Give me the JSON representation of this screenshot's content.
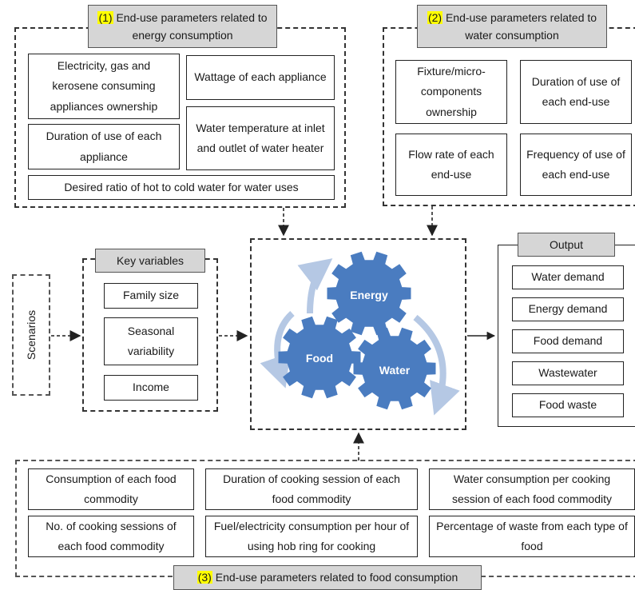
{
  "group1": {
    "num": "(1)",
    "title": "End-use parameters related to energy consumption",
    "boxes": [
      "Electricity, gas and kerosene consuming appliances ownership",
      "Wattage of each appliance",
      "Duration of use of each appliance",
      "Water temperature at inlet and outlet of water heater",
      "Desired ratio of hot to cold water for water uses"
    ]
  },
  "group2": {
    "num": "(2)",
    "title": "End-use parameters related to water consumption",
    "boxes": [
      "Fixture/micro-components ownership",
      "Duration of use of each end-use",
      "Flow rate of each end-use",
      "Frequency of use of each end-use"
    ]
  },
  "group3": {
    "num": "(3)",
    "title": "End-use parameters related to food consumption",
    "boxes": [
      "Consumption of each food commodity",
      "Duration of cooking session of each food commodity",
      "Water consumption per cooking session of each food commodity",
      "No. of cooking sessions of each food commodity",
      "Fuel/electricity consumption per hour of using hob ring for cooking",
      "Percentage of waste from each type of food"
    ]
  },
  "scenarios": "Scenarios",
  "key_variables": {
    "title": "Key variables",
    "items": [
      "Family size",
      "Seasonal variability",
      "Income"
    ]
  },
  "nexus": {
    "energy": "Energy",
    "food": "Food",
    "water": "Water",
    "gear_color": "#4a7cc0",
    "arrow_color": "#b5c8e4"
  },
  "output": {
    "title": "Output",
    "items": [
      "Water demand",
      "Energy demand",
      "Food demand",
      "Wastewater",
      "Food waste"
    ]
  }
}
